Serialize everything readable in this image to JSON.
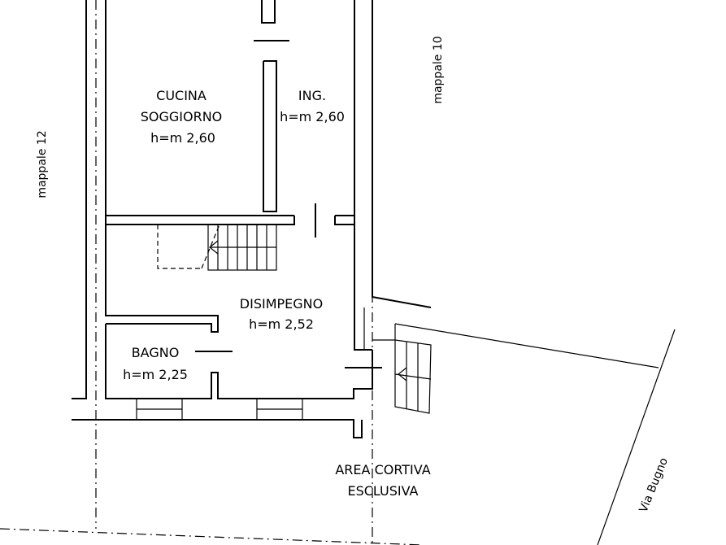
{
  "rooms": {
    "cucina": {
      "line1": "CUCINA",
      "line2": "SOGGIORNO",
      "height": "h=m 2,60"
    },
    "ingresso": {
      "name": "ING.",
      "height": "h=m 2,60"
    },
    "disimpegno": {
      "name": "DISIMPEGNO",
      "height": "h=m 2,52"
    },
    "bagno": {
      "name": "BAGNO",
      "height": "h=m 2,25"
    },
    "area_cortiva": {
      "line1": "AREA CORTIVA",
      "line2": "ESCLUSIVA"
    }
  },
  "neighbors": {
    "left": "mappale 12",
    "right": "mappale 10"
  },
  "street": "Via Bugno"
}
